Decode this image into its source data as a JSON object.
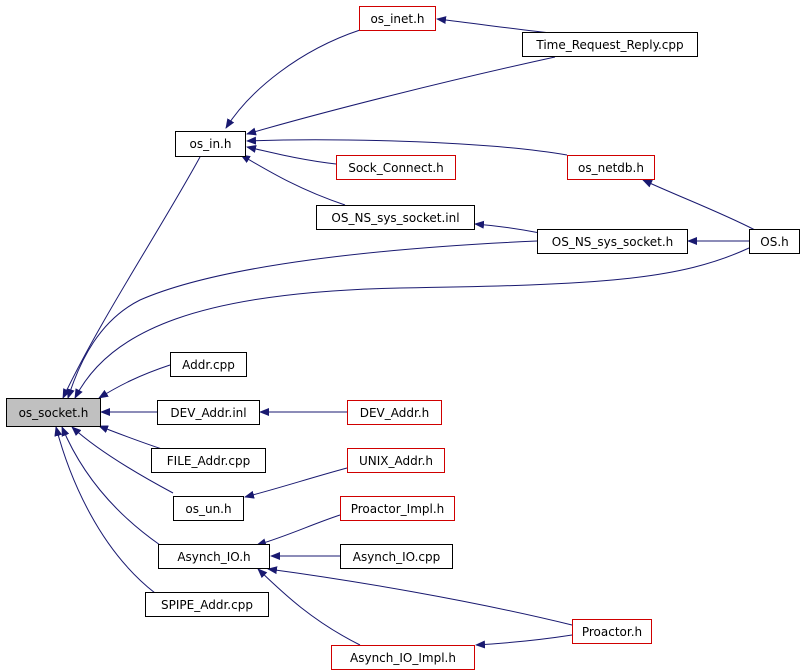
{
  "nodes": {
    "os_socket_h": "os_socket.h",
    "os_in_h": "os_in.h",
    "os_inet_h": "os_inet.h",
    "time_request_reply_cpp": "Time_Request_Reply.cpp",
    "sock_connect_h": "Sock_Connect.h",
    "os_netdb_h": "os_netdb.h",
    "os_ns_sys_socket_inl": "OS_NS_sys_socket.inl",
    "os_ns_sys_socket_h": "OS_NS_sys_socket.h",
    "os_h": "OS.h",
    "addr_cpp": "Addr.cpp",
    "dev_addr_inl": "DEV_Addr.inl",
    "dev_addr_h": "DEV_Addr.h",
    "file_addr_cpp": "FILE_Addr.cpp",
    "unix_addr_h": "UNIX_Addr.h",
    "os_un_h": "os_un.h",
    "proactor_impl_h": "Proactor_Impl.h",
    "asynch_io_h": "Asynch_IO.h",
    "asynch_io_cpp": "Asynch_IO.cpp",
    "spipe_addr_cpp": "SPIPE_Addr.cpp",
    "proactor_h": "Proactor.h",
    "asynch_io_impl_h": "Asynch_IO_Impl.h"
  },
  "edge_color": "#191970",
  "border_colors": {
    "normal": "#000000",
    "truncated": "#d00000"
  },
  "root_fill": "#c0c0c0"
}
